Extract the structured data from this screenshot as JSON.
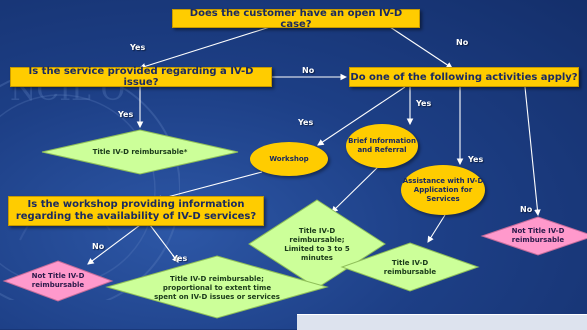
{
  "flow": {
    "q_open_case": "Does the customer have an open IV-D case?",
    "q_service_issue": "Is the service provided regarding a IV-D issue?",
    "q_activities": "Do one of the following activities apply?",
    "q_workshop_info": "Is the workshop providing information regarding the availability of IV-D services?",
    "d_reimb_star": "Title IV-D reimbursable*",
    "o_workshop": "Workshop",
    "o_brief": "Brief Information and Referral",
    "o_assist": "Assistance with IV-D Application for Services",
    "d_limited": "Title IV-D reimbursable; Limited to 3 to 5 minutes",
    "d_reimb_assist": "Title IV-D reimbursable",
    "d_not_right": "Not Title IV-D reimbursable",
    "d_not_left": "Not Title IV-D reimbursable",
    "d_proportional": "Title IV-D reimbursable; proportional to extent time spent on IV-D issues or services"
  },
  "edges": {
    "yes_1": "Yes",
    "no_1": "No",
    "no_2": "No",
    "yes_2": "Yes",
    "yes_workshop": "Yes",
    "yes_brief": "Yes",
    "yes_assist": "Yes",
    "no_right": "No",
    "no_left": "No",
    "yes_left": "Yes"
  },
  "seal_text": "NCIL O",
  "colors": {
    "background": "#1d3f86",
    "question_box": "#ffcc00",
    "reimbursable_diamond": "#ccff99",
    "not_reimbursable_diamond": "#ff99cc",
    "connector": "#ffffff"
  }
}
